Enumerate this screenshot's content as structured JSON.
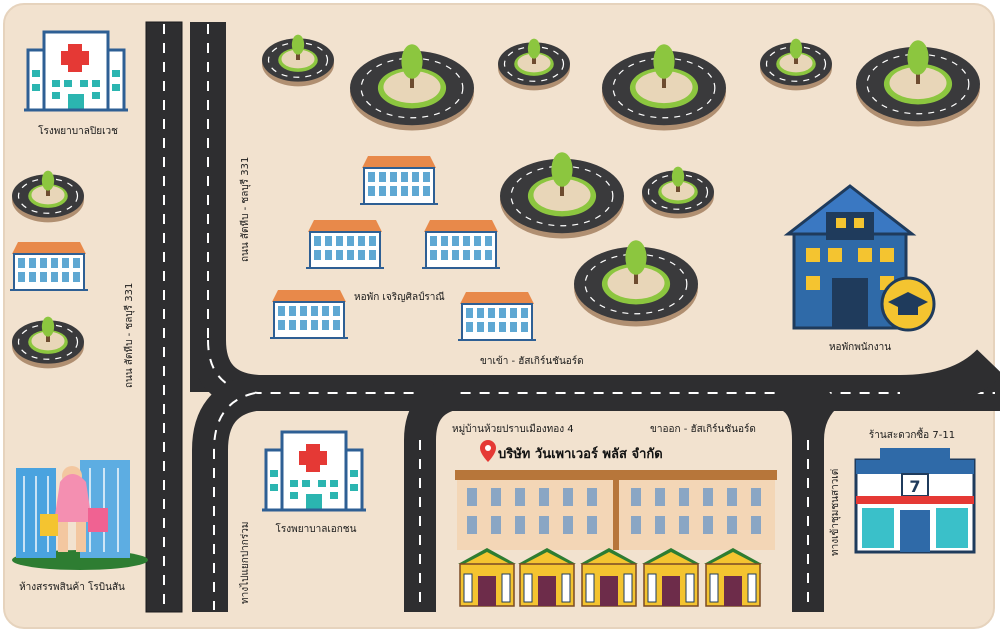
{
  "map": {
    "roads": {
      "vertical_left": "ถนน สัตหีบ - ชลบุรี 331",
      "vertical_inner": "ถนน สัตหีบ - ชลบุรี 331",
      "entry_road": "ขาเข้า - ฮัสเกิร์นชันอร์ด",
      "exit_road": "ขาออก - ฮัสเกิร์นชันอร์ด",
      "lower_left_road": "ทางไปแยกปากร่วม",
      "right_road": "ทางเข้าชุมชนสาวเต่"
    },
    "places": {
      "hospital_top": "โรงพยาบาลปิยเวช",
      "hospital_bottom": "โรงพยาบาลเอกชน",
      "dorm_cluster": "หอพัก เจริญศิลป์ราณี",
      "employee_dorm": "หอพักพนักงาน",
      "mall": "ห้างสรรพสินค้า โรบินสัน",
      "village": "หมู่บ้านห้วยปราบเมืองทอง 4",
      "company": "บริษัท วันเพาเวอร์ พลัส จำกัด",
      "store": "ร้านสะดวกซื้อ 7-11",
      "store_logo": "7"
    },
    "colors": {
      "ground": "#f2e2cf",
      "road": "#2e2e30",
      "tree": "#8cc63f",
      "pin": "#e53935",
      "accent_blue": "#2f5f94"
    }
  }
}
